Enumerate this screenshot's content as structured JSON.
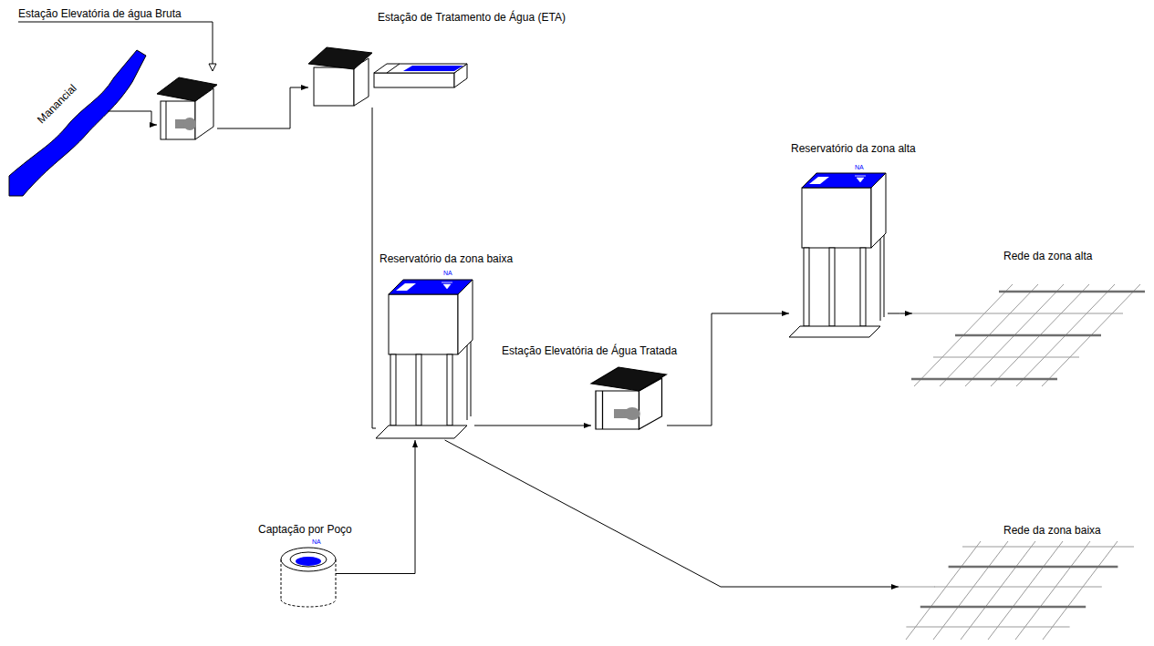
{
  "diagram": {
    "nodes": [
      {
        "text": [
          "Manancial"
        ]
      },
      {
        "text": [
          "Estação Elevatória de água Bruta"
        ]
      },
      {
        "text": [
          "Estação de Tratamento de Água (ETA)"
        ]
      },
      {
        "text": [
          "Reservatório da zona baixa"
        ]
      },
      {
        "text": [
          "Captação por Poço"
        ]
      },
      {
        "text": [
          "Estação Elevatória de Água Tratada"
        ]
      },
      {
        "text": [
          "Reservatório da zona alta"
        ]
      },
      {
        "text": [
          "Rede da zona alta"
        ]
      },
      {
        "text": [
          "Rede da zona baixa"
        ]
      }
    ],
    "edges": [
      {
        "from": 0,
        "to": 1,
        "arrow": "to"
      },
      {
        "from": 1,
        "to": 2,
        "arrow": "to"
      },
      {
        "from": 2,
        "to": 3,
        "arrow": "none"
      },
      {
        "from": 4,
        "to": 3,
        "arrow": "to"
      },
      {
        "from": 3,
        "to": 5,
        "arrow": "to"
      },
      {
        "from": 5,
        "to": 6,
        "arrow": "to"
      },
      {
        "from": 6,
        "to": 7,
        "arrow": "to"
      },
      {
        "from": 3,
        "to": 8,
        "arrow": "to"
      }
    ],
    "labels": [
      "NA",
      "NA",
      "NA"
    ]
  }
}
